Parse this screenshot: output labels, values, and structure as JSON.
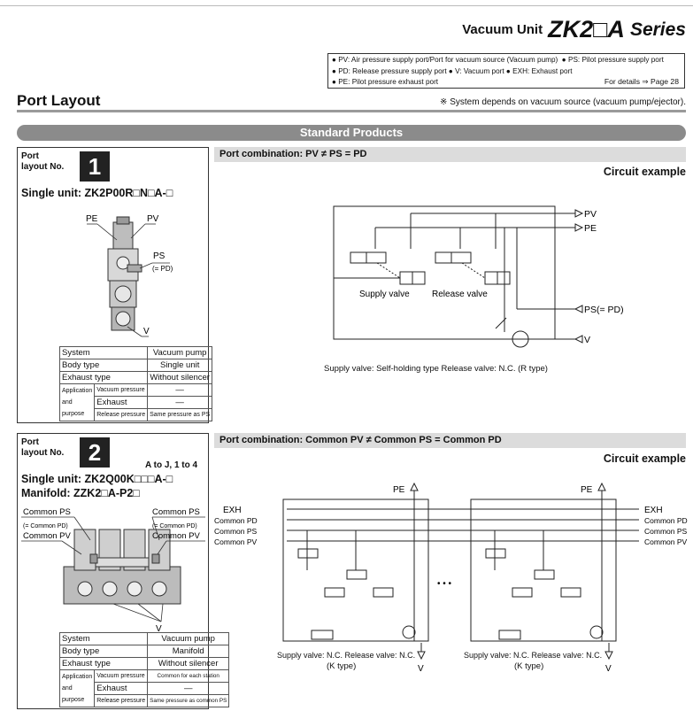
{
  "header": {
    "product": "Vacuum Unit",
    "series_code": "ZK2□A",
    "series_word": "Series"
  },
  "legend": {
    "line1a": "● PV: Air pressure supply port/Port for vacuum source (Vacuum pump)",
    "line1b": "● PS: Pilot pressure supply port",
    "line2": "● PD: Release pressure supply port  ● V: Vacuum port  ● EXH: Exhaust port",
    "line3": "● PE: Pilot pressure exhaust port",
    "details": "For details ⇒ Page 28"
  },
  "section": {
    "title": "Port Layout",
    "note": "※ System depends on vacuum source (vacuum pump/ejector).",
    "banner": "Standard Products"
  },
  "layout1": {
    "label_line1": "Port",
    "label_line2": "layout No.",
    "number": "1",
    "unit": "Single unit: ZK2P00R□N□A-□",
    "labels": {
      "pe": "PE",
      "pv": "PV",
      "ps": "PS",
      "ps_eq": "(= PD)",
      "v": "V"
    },
    "table": {
      "system_label": "System",
      "system_value": "Vacuum pump",
      "body_label": "Body type",
      "body_value": "Single unit",
      "exhaust_label": "Exhaust type",
      "exhaust_value": "Without silencer",
      "app_label": "Application and purpose",
      "vac_label": "Vacuum pressure",
      "vac_value": "—",
      "exh_label": "Exhaust",
      "exh_value": "—",
      "rel_label": "Release pressure",
      "rel_value": "Same pressure as PS"
    },
    "combination": "Port combination: PV ≠ PS = PD",
    "circuit_title": "Circuit example",
    "circuit": {
      "pv": "PV",
      "pe": "PE",
      "ps": "PS(= PD)",
      "v": "V",
      "supply_valve": "Supply valve",
      "release_valve": "Release valve",
      "caption": "Supply valve: Self-holding type    Release valve: N.C. (R type)"
    }
  },
  "layout2": {
    "label_line1": "Port",
    "label_line2": "layout No.",
    "number": "2",
    "option_note": "A to J, 1 to 4",
    "unit": "Single unit: ZK2Q00K□□□A-□",
    "manifold": "Manifold: ZZK2□A-P2□",
    "labels": {
      "common_ps_left": "Common PS",
      "common_ps_left_eq": "(= Common PD)",
      "common_pv_left": "Common PV",
      "common_ps_right": "Common PS",
      "common_ps_right_eq": "(= Common PD)",
      "common_pv_right": "Common PV",
      "v": "V"
    },
    "table": {
      "system_label": "System",
      "system_value": "Vacuum pump",
      "body_label": "Body type",
      "body_value": "Manifold",
      "exhaust_label": "Exhaust type",
      "exhaust_value": "Without silencer",
      "app_label": "Application and purpose",
      "vac_label": "Vacuum pressure",
      "vac_value": "Common for each station",
      "exh_label": "Exhaust",
      "exh_value": "—",
      "rel_label": "Release pressure",
      "rel_value": "Same pressure as common PS"
    },
    "combination": "Port combination: Common PV ≠ Common PS = Common PD",
    "circuit_title": "Circuit example",
    "circuit": {
      "exh": "EXH",
      "common_pd": "Common PD",
      "common_ps": "Common PS",
      "common_pv": "Common PV",
      "pe": "PE",
      "v": "V",
      "dots": "• • •",
      "caption_a": "Supply valve: N.C.    Release valve: N.C.",
      "caption_b": "(K type)"
    }
  }
}
